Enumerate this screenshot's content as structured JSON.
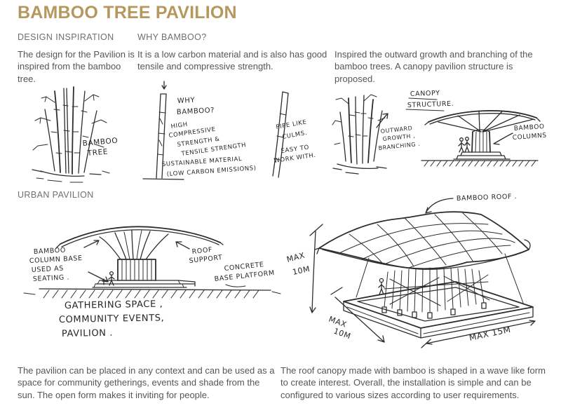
{
  "title": "BAMBOO TREE PAVILION",
  "colors": {
    "title_gold": "#b6985e",
    "heading_gray": "#6e6f71",
    "body_gray": "#55565a",
    "sketch_ink": "#2d2d2d",
    "background": "#ffffff"
  },
  "sections": {
    "design_inspiration": {
      "heading": "DESIGN INSPIRATION",
      "body": "The design for the Pavilion is inspired from the bamboo tree."
    },
    "why_bamboo": {
      "heading": "WHY BAMBOO?",
      "body": "It is a low carbon material and is also has good tensile and compressive strength."
    },
    "canopy_concept": {
      "body": "Inspired the outward growth and branching of the bamboo trees. A canopy pavilion structure is proposed."
    },
    "urban_pavilion": {
      "heading": "URBAN PAVILION"
    },
    "footer_left": "The pavilion can be placed in any context and can be used as a space for community getherings, events and shade from the sun. The open form makes it inviting for people.",
    "footer_right": "The roof canopy made with bamboo is shaped in a wave like form to create interest. Overall, the installation is simple and can be configured to various sizes according to user requirements."
  },
  "sketch_annotations": {
    "bamboo_tree": {
      "lines": [
        "BAMBOO",
        "TREE"
      ]
    },
    "why_bamboo_note": {
      "lines": [
        "WHY",
        "BAMBOO?"
      ]
    },
    "strength_note": {
      "lines": [
        "HIGH",
        "COMPRESSIVE",
        "STRENGTH &",
        "TENSILE STRENGTH"
      ]
    },
    "sustainable_note": {
      "lines": [
        "SUSTAINABLE MATERIAL",
        "(LOW CARBON EMISSIONS)"
      ]
    },
    "pipe_note": {
      "lines": [
        "PIPE LIKE",
        "CULMS."
      ]
    },
    "easy_note": {
      "lines": [
        "EASY TO",
        "WORK WITH."
      ]
    },
    "canopy_structure": {
      "lines": [
        "CANOPY",
        "STRUCTURE."
      ]
    },
    "outward_growth": {
      "lines": [
        "OUTWARD",
        "GROWTH ,",
        "BRANCHING ."
      ]
    },
    "bamboo_columns": {
      "lines": [
        "BAMBOO",
        "COLUMNS"
      ]
    },
    "column_base": {
      "lines": [
        "BAMBOO",
        "COLUMN BASE",
        "USED AS",
        "SEATING ."
      ]
    },
    "roof_support": {
      "lines": [
        "ROOF",
        "SUPPORT"
      ]
    },
    "concrete_base": {
      "lines": [
        "CONCRETE",
        "BASE PLATFORM"
      ]
    },
    "gathering": {
      "lines": [
        "GATHERING SPACE ,",
        "COMMUNITY EVENTS,",
        "PAVILION ."
      ]
    },
    "bamboo_roof": {
      "lines": [
        "BAMBOO ROOF ."
      ]
    },
    "max_height": {
      "lines": [
        "MAX",
        "10M"
      ]
    },
    "max_depth": {
      "lines": [
        "MAX",
        "10M"
      ]
    },
    "max_width": {
      "lines": [
        "MAX 15M"
      ]
    }
  }
}
